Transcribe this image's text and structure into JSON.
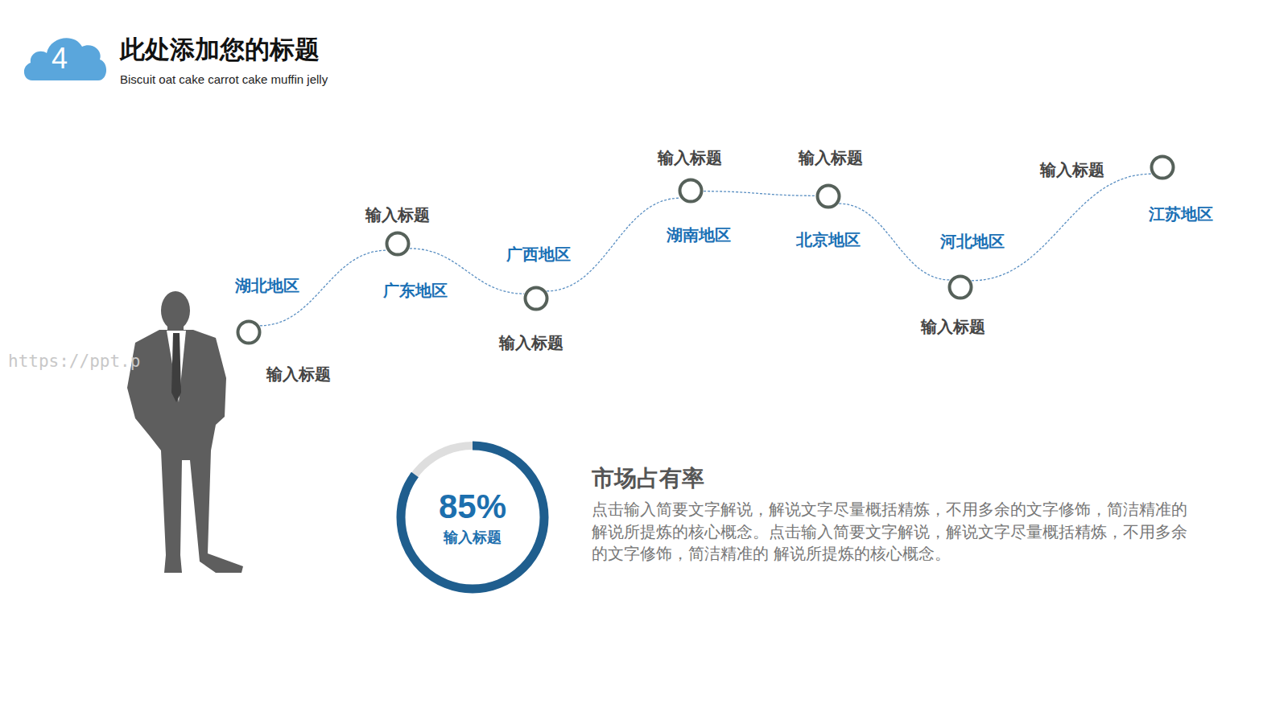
{
  "diagram": {
    "title": "此处添加您的标题",
    "nodes": [
      {
        "text": [
          "4"
        ]
      },
      {
        "text": [
          "湖北地区",
          "输入标题"
        ]
      },
      {
        "text": [
          "输入标题",
          "广东地区"
        ]
      },
      {
        "text": [
          "广西地区",
          "输入标题"
        ]
      },
      {
        "text": [
          "输入标题",
          "湖南地区"
        ]
      },
      {
        "text": [
          "输入标题",
          "北京地区"
        ]
      },
      {
        "text": [
          "河北地区",
          "输入标题"
        ]
      },
      {
        "text": [
          "输入标题",
          "江苏地区"
        ]
      },
      {
        "text": [
          "85%",
          "输入标题"
        ]
      }
    ],
    "edges": [
      {
        "from": 1,
        "to": 2,
        "arrow": "none"
      },
      {
        "from": 2,
        "to": 3,
        "arrow": "none"
      },
      {
        "from": 3,
        "to": 4,
        "arrow": "none"
      },
      {
        "from": 4,
        "to": 5,
        "arrow": "none"
      },
      {
        "from": 5,
        "to": 6,
        "arrow": "none"
      },
      {
        "from": 6,
        "to": 7,
        "arrow": "none"
      }
    ],
    "labels": [
      "Biscuit oat cake carrot cake muffin jelly",
      "市场占有率",
      "点击输入简要文字解说，解说文字尽量概括精炼，不用多余的文字修饰，简洁精准的 解说所提炼的核心概念。点击输入简要文字解说，解说文字尽量概括精炼，不用多余的文字修饰，简洁精准的 解说所提炼的核心概念。",
      "https://ppt.p"
    ]
  }
}
